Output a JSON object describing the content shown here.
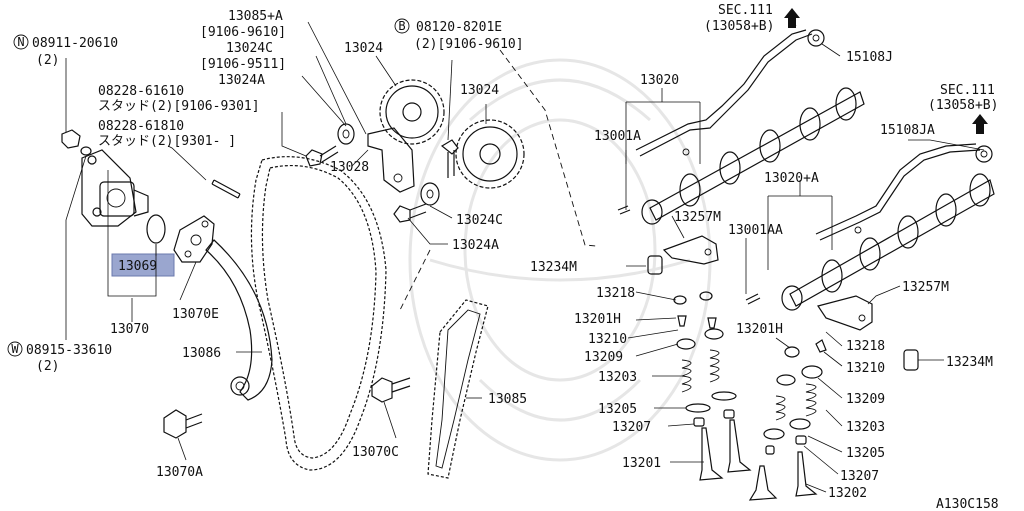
{
  "diagram_id": "A130C158",
  "labels": {
    "p13085A": "13085+A",
    "p13085A_range": "[9106-9610]",
    "p13024C_top": "13024C",
    "p13024C_range": "[9106-9511]",
    "p13024A_top": "13024A",
    "p13024_left": "13024",
    "p13024_right": "13024",
    "p13028": "13028",
    "p13024C_bottom": "13024C",
    "p13024A_bottom": "13024A",
    "bolt_b": "08120-8201E",
    "bolt_b_qty": "(2)[9106-9610]",
    "bolt_b_circle": "B",
    "nut_n": "08911-20610",
    "nut_n_qty": "(2)",
    "nut_n_circle": "N",
    "stud1": "08228-61610",
    "stud1_note": "スタッド(2)[9106-9301]",
    "stud2": "08228-61810",
    "stud2_note": "スタッド(2)[9301-     ]",
    "p13069": "13069",
    "p13070": "13070",
    "p13070E": "13070E",
    "washer_w": "08915-33610",
    "washer_w_qty": "(2)",
    "washer_w_circle": "W",
    "p13086": "13086",
    "p13070A": "13070A",
    "p13070C": "13070C",
    "p13085": "13085",
    "sec_top": "SEC.111",
    "sec_top_ref": "(13058+B)",
    "p15108J": "15108J",
    "p13020": "13020",
    "p13001A": "13001A",
    "sec_right": "SEC.111",
    "sec_right_ref": "(13058+B)",
    "p15108JA": "15108JA",
    "p13020A": "13020+A",
    "p13257M_top": "13257M",
    "p13001AA": "13001AA",
    "p13234M_left": "13234M",
    "p13218_left": "13218",
    "p13257M_right": "13257M",
    "p13201H_left": "13201H",
    "p13210_left": "13210",
    "p13209_left": "13209",
    "p13203_left": "13203",
    "p13205_left": "13205",
    "p13207_left": "13207",
    "p13201": "13201",
    "p13201H_right": "13201H",
    "p13218_right": "13218",
    "p13210_right": "13210",
    "p13234M_right": "13234M",
    "p13209_right": "13209",
    "p13203_right": "13203",
    "p13205_right": "13205",
    "p13207_right": "13207",
    "p13202": "13202"
  },
  "highlight": {
    "color": "#9aa6cf"
  }
}
